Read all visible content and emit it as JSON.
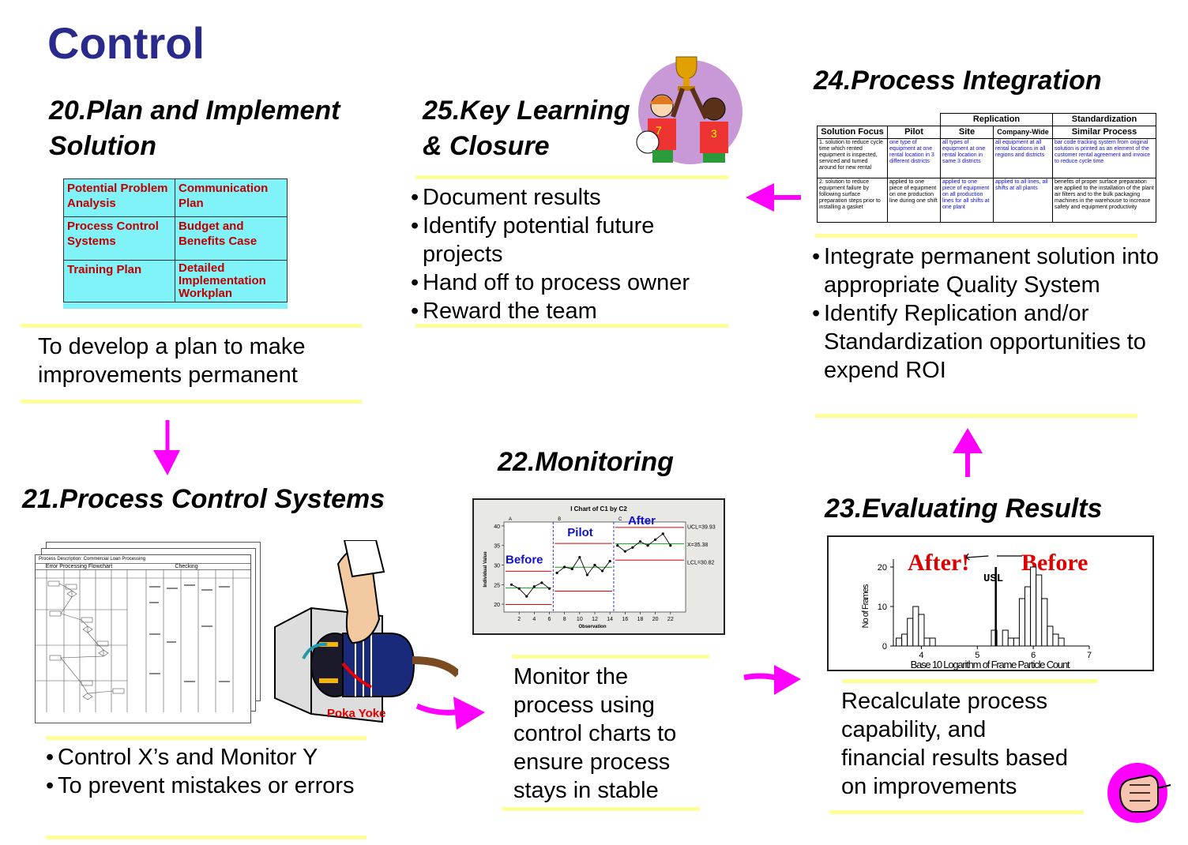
{
  "title": "Control",
  "sections": {
    "s20": {
      "title_line1": "20.Plan and Implement",
      "title_line2": "Solution",
      "table": [
        [
          "Potential Problem Analysis",
          "Communication Plan"
        ],
        [
          "Process Control Systems",
          "Budget and Benefits Case"
        ],
        [
          "Training Plan",
          "Detailed Implementation Workplan"
        ]
      ],
      "body_line1": "To develop a plan to make",
      "body_line2": "improvements permanent"
    },
    "s25": {
      "title_line1": "25.Key Learning",
      "title_line2": "& Closure",
      "bullets": [
        "Document results",
        "Identify potential future projects",
        "Hand off to process owner",
        "Reward the team"
      ]
    },
    "s24": {
      "title": "24.Process Integration",
      "table": {
        "group_replication": "Replication",
        "group_standardization": "Standardization",
        "headers": [
          "Solution Focus",
          "Pilot",
          "Site",
          "Company-Wide",
          "Similar Process"
        ],
        "rows": [
          [
            "1. solution to reduce cycle time which rented equipment is inspected, serviced and turned around for new rental",
            "one type of equipment at one rental location in 3 different districts",
            "all types of equipment at one rental location in same 3 districts",
            "all equipment at all rental locations in all regions and districts",
            "bar code tracking system from original solution is printed as an element of the customer rental agreement and invoice to reduce cycle time"
          ],
          [
            "2. solution to reduce equipment failure by following surface preparation steps prior to installing a gasket",
            "applied to one piece of equipment on one production line during one shift",
            "applied to one piece of equipment on all production lines for all shifts at one plant",
            "applied to all lines, all shifts at all plants",
            "benefits of proper surface preparation are applied to the installation of the plant air filters and to the bulk packaging machines in the warehouse to increase safety and equipment productivity"
          ]
        ]
      },
      "bullets": [
        "Integrate permanent solution into appropriate Quality System",
        "Identify Replication and/or Standardization opportunities to expend ROI"
      ]
    },
    "s21": {
      "title": "21.Process Control Systems",
      "flowchart_title": "Error Processing Flowchart",
      "flowchart_header": "Checking",
      "flowchart_doc_label": "Process Description: Commercial Loan Processing",
      "poka_yoke_label": "Poka Yoke",
      "bullets": [
        "Control X’s and Monitor Y",
        "To prevent mistakes or errors"
      ]
    },
    "s22": {
      "title": "22.Monitoring",
      "body": [
        "Monitor the",
        "process using",
        "control charts to",
        "ensure process",
        "stays in stable"
      ]
    },
    "s23": {
      "title": "23.Evaluating Results",
      "body": [
        "Recalculate process",
        "capability, and",
        "financial results based",
        "on improvements"
      ]
    }
  },
  "chart_data": [
    {
      "type": "line",
      "title": "I Chart of C1 by C2",
      "xlabel": "Observation",
      "ylabel": "Individual Value",
      "xlim": [
        0,
        24
      ],
      "ylim": [
        18,
        41
      ],
      "x_ticks": [
        2,
        4,
        6,
        8,
        10,
        12,
        14,
        16,
        18,
        20,
        22
      ],
      "y_ticks": [
        20,
        25,
        30,
        35,
        40
      ],
      "stage_labels": [
        "A",
        "B",
        "C"
      ],
      "annotations": [
        "Before",
        "Pilot",
        "After"
      ],
      "limit_labels": [
        "UCL=39.93",
        "X=35.38",
        "LCL=30.82"
      ],
      "series": [
        {
          "values": [
            {
              "x": 1,
              "y": 25
            },
            {
              "x": 2,
              "y": 24
            },
            {
              "x": 3,
              "y": 22
            },
            {
              "x": 4,
              "y": 24.5
            },
            {
              "x": 5,
              "y": 25.5
            },
            {
              "x": 6,
              "y": 24
            }
          ]
        },
        {
          "values": [
            {
              "x": 7,
              "y": 28
            },
            {
              "x": 8,
              "y": 29.5
            },
            {
              "x": 9,
              "y": 29
            },
            {
              "x": 10,
              "y": 32
            },
            {
              "x": 11,
              "y": 27.5
            },
            {
              "x": 12,
              "y": 30
            },
            {
              "x": 13,
              "y": 28.5
            },
            {
              "x": 14,
              "y": 31
            }
          ]
        },
        {
          "values": [
            {
              "x": 15,
              "y": 35
            },
            {
              "x": 16,
              "y": 33.5
            },
            {
              "x": 17,
              "y": 34.5
            },
            {
              "x": 18,
              "y": 36
            },
            {
              "x": 19,
              "y": 35
            },
            {
              "x": 20,
              "y": 36.5
            },
            {
              "x": 21,
              "y": 38
            },
            {
              "x": 22,
              "y": 35
            }
          ]
        }
      ]
    },
    {
      "type": "bar",
      "title": "",
      "xlabel": "Base 10 Logarithm of Frame Particle Count",
      "ylabel": "No of Frames",
      "xlim": [
        3.5,
        7
      ],
      "ylim": [
        0,
        22
      ],
      "x_ticks": [
        4,
        5,
        6,
        7
      ],
      "y_ticks": [
        0,
        10,
        20
      ],
      "annotations": [
        "After!",
        "Before",
        "USL"
      ],
      "bins": [
        {
          "x": 3.6,
          "y": 2
        },
        {
          "x": 3.7,
          "y": 3
        },
        {
          "x": 3.8,
          "y": 7
        },
        {
          "x": 3.9,
          "y": 10
        },
        {
          "x": 4.0,
          "y": 8
        },
        {
          "x": 4.1,
          "y": 2
        },
        {
          "x": 4.2,
          "y": 2
        },
        {
          "x": 5.3,
          "y": 4
        },
        {
          "x": 5.5,
          "y": 4
        },
        {
          "x": 5.6,
          "y": 2
        },
        {
          "x": 5.7,
          "y": 2
        },
        {
          "x": 5.8,
          "y": 12
        },
        {
          "x": 5.9,
          "y": 15
        },
        {
          "x": 6.0,
          "y": 20
        },
        {
          "x": 6.1,
          "y": 18
        },
        {
          "x": 6.2,
          "y": 12
        },
        {
          "x": 6.3,
          "y": 5
        },
        {
          "x": 6.4,
          "y": 3
        },
        {
          "x": 6.5,
          "y": 2
        }
      ]
    }
  ],
  "colors": {
    "title": "#2a2a8c",
    "highlight_line": "#ffff99",
    "arrow": "#ff00ff",
    "cell": "#7ff3f8",
    "cell_text": "#c00000"
  }
}
